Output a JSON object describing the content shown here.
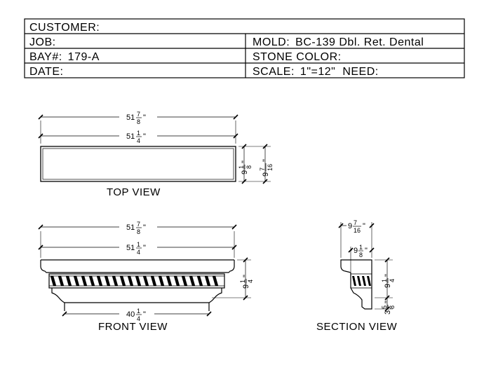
{
  "title_block": {
    "customer_label": "CUSTOMER:",
    "job_label": "JOB:",
    "bay_label": "BAY#:",
    "bay_value": "179-A",
    "date_label": "DATE:",
    "mold_label": "MOLD:",
    "mold_value": "BC-139 Dbl. Ret. Dental",
    "stone_color_label": "STONE COLOR:",
    "scale_label": "SCALE:",
    "scale_value": "1\"=12\"",
    "need_label": "NEED:"
  },
  "views": {
    "top": "TOP VIEW",
    "front": "FRONT VIEW",
    "section": "SECTION VIEW"
  },
  "dimensions": {
    "overall_length": {
      "whole": "51",
      "num": "7",
      "den": "8",
      "unit": "\""
    },
    "body_length": {
      "whole": "51",
      "num": "1",
      "den": "4",
      "unit": "\""
    },
    "inner_depth": {
      "whole": "9",
      "num": "1",
      "den": "8",
      "unit": "\""
    },
    "outer_depth": {
      "whole": "9",
      "num": "7",
      "den": "16",
      "unit": "\""
    },
    "height": {
      "whole": "9",
      "num": "1",
      "den": "4",
      "unit": "\""
    },
    "bottom_length": {
      "whole": "40",
      "num": "1",
      "den": "4",
      "unit": "\""
    },
    "return_depth": {
      "whole": "3",
      "num": "5",
      "den": "8",
      "unit": "\""
    }
  }
}
